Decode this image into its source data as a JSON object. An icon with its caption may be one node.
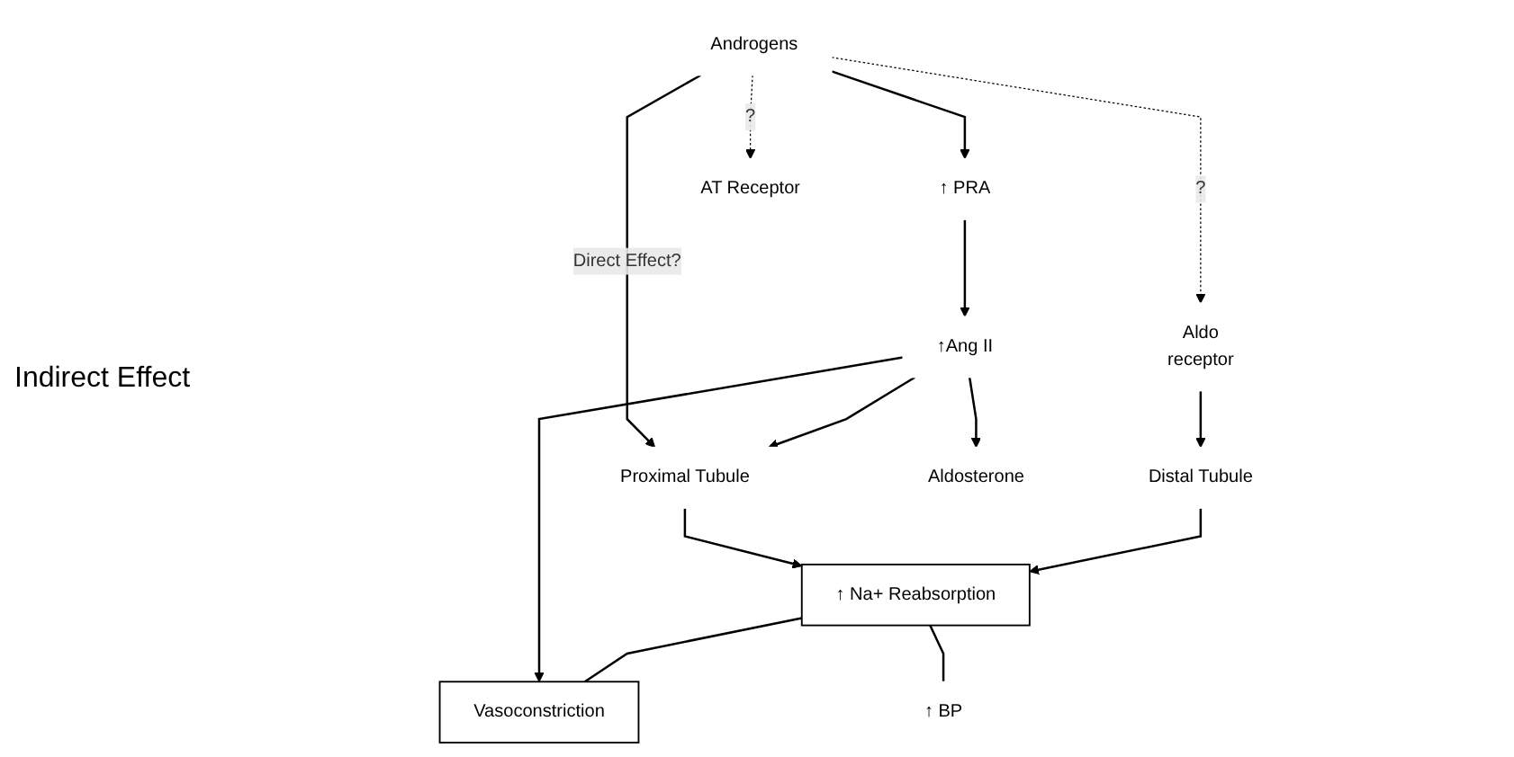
{
  "diagram": {
    "nodes": [
      {
        "text": [
          "Androgens"
        ]
      },
      {
        "text": [
          "Proximal Tubule"
        ]
      },
      {
        "text": [
          "↑ Na+ Reabsorption"
        ]
      },
      {
        "text": [
          "↑ PRA"
        ]
      },
      {
        "text": [
          "Distal Tubule"
        ]
      },
      {
        "text": [
          "Aldo",
          "receptor"
        ]
      },
      {
        "text": [
          "↑Ang II"
        ]
      },
      {
        "text": [
          "Aldosterone"
        ]
      },
      {
        "text": [
          "AT Receptor"
        ]
      },
      {
        "text": [
          "Vasoconstriction"
        ]
      },
      {
        "text": [
          "↑ BP"
        ]
      }
    ],
    "edges": [
      {
        "from": 0,
        "to": 1,
        "arrow": "to",
        "label": "Direct Effect?"
      },
      {
        "from": 1,
        "to": 2,
        "arrow": "to"
      },
      {
        "from": 0,
        "to": 3,
        "arrow": "to"
      },
      {
        "from": 0,
        "to": 5,
        "arrow": "to",
        "label": "?",
        "style": "dashed"
      },
      {
        "from": 0,
        "to": 8,
        "arrow": "to",
        "label": "?",
        "style": "dashed"
      },
      {
        "from": 4,
        "to": 2,
        "arrow": "to"
      },
      {
        "from": 3,
        "to": 6,
        "arrow": "to"
      },
      {
        "from": 6,
        "to": 1,
        "arrow": "to"
      },
      {
        "from": 6,
        "to": 7,
        "arrow": "to"
      },
      {
        "from": 5,
        "to": 4,
        "arrow": "to"
      },
      {
        "from": 6,
        "to": 9,
        "arrow": "to"
      },
      {
        "from": 2,
        "to": 9,
        "arrow": "none"
      },
      {
        "from": 2,
        "to": 10,
        "arrow": "none"
      }
    ],
    "labels": [
      "Indirect Effect"
    ]
  }
}
